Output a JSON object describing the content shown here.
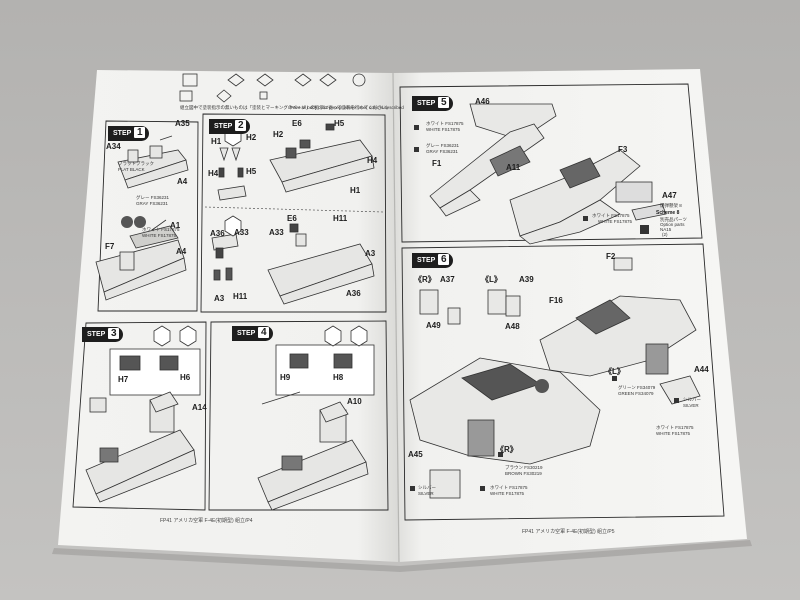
{
  "left_page": {
    "header_note": "組立図中で塗装指示の無いものは「塗装とマーキングのページ」の指示に従って塗装を行ってください。",
    "header_note_en": "Paint all body color except where other color is described",
    "footer": "FP41 アメリカ空軍 F-4E(初期型) 組立/P4",
    "step1": {
      "label": "STEP",
      "number": "1",
      "parts": [
        "A35",
        "A34",
        "A4",
        "A1",
        "F7",
        "A4"
      ],
      "paint": [
        "フラットブラック",
        "FLAT BLACK",
        "グレー FS36231",
        "GRAY FS36231",
        "ホワイト FS17875",
        "WHITE FS17875"
      ]
    },
    "step2": {
      "label": "STEP",
      "number": "2",
      "parts": [
        "E6",
        "H5",
        "H2",
        "H1",
        "H2",
        "H4",
        "H4",
        "H5",
        "H1",
        "A36",
        "A33",
        "E6",
        "H11",
        "A33",
        "A3",
        "A3",
        "H11",
        "A36"
      ]
    },
    "step3": {
      "label": "STEP",
      "number": "3",
      "parts": [
        "H7",
        "H6",
        "A14"
      ]
    },
    "step4": {
      "label": "STEP",
      "number": "4",
      "parts": [
        "H9",
        "H8",
        "A10"
      ]
    }
  },
  "right_page": {
    "footer": "FP41 アメリカ空軍 F-4E(初期型) 組立/P5",
    "step5": {
      "label": "STEP",
      "number": "5",
      "parts": [
        "A46",
        "F1",
        "A11",
        "F3",
        "A47"
      ],
      "paint": [
        "ホワイト FS17875",
        "WHITE FS17875",
        "グレー FS36231",
        "GRAY FS36231",
        "ホワイト FS17875",
        "WHITE FS17875"
      ],
      "option": [
        "爆弾懸架 8",
        "Scheme 8",
        "別売品パーツ",
        "Option parts",
        "NA15",
        "(2)"
      ]
    },
    "step6": {
      "label": "STEP",
      "number": "6",
      "parts": [
        "F2",
        "A37",
        "A39",
        "A49",
        "A48",
        "F16",
        "A44",
        "A45"
      ],
      "sides": [
        "《R》",
        "《L》",
        "《L》",
        "《R》"
      ],
      "paint": [
        "グリーン FS34079",
        "GREEN FS34079",
        "シルバー",
        "SILVER",
        "ホワイト FS17875",
        "WHITE FS17875",
        "ブラウン FS30219",
        "BROWN FS30219",
        "シルバー",
        "SILVER",
        "ホワイト FS17875",
        "WHITE FS17875"
      ]
    }
  }
}
